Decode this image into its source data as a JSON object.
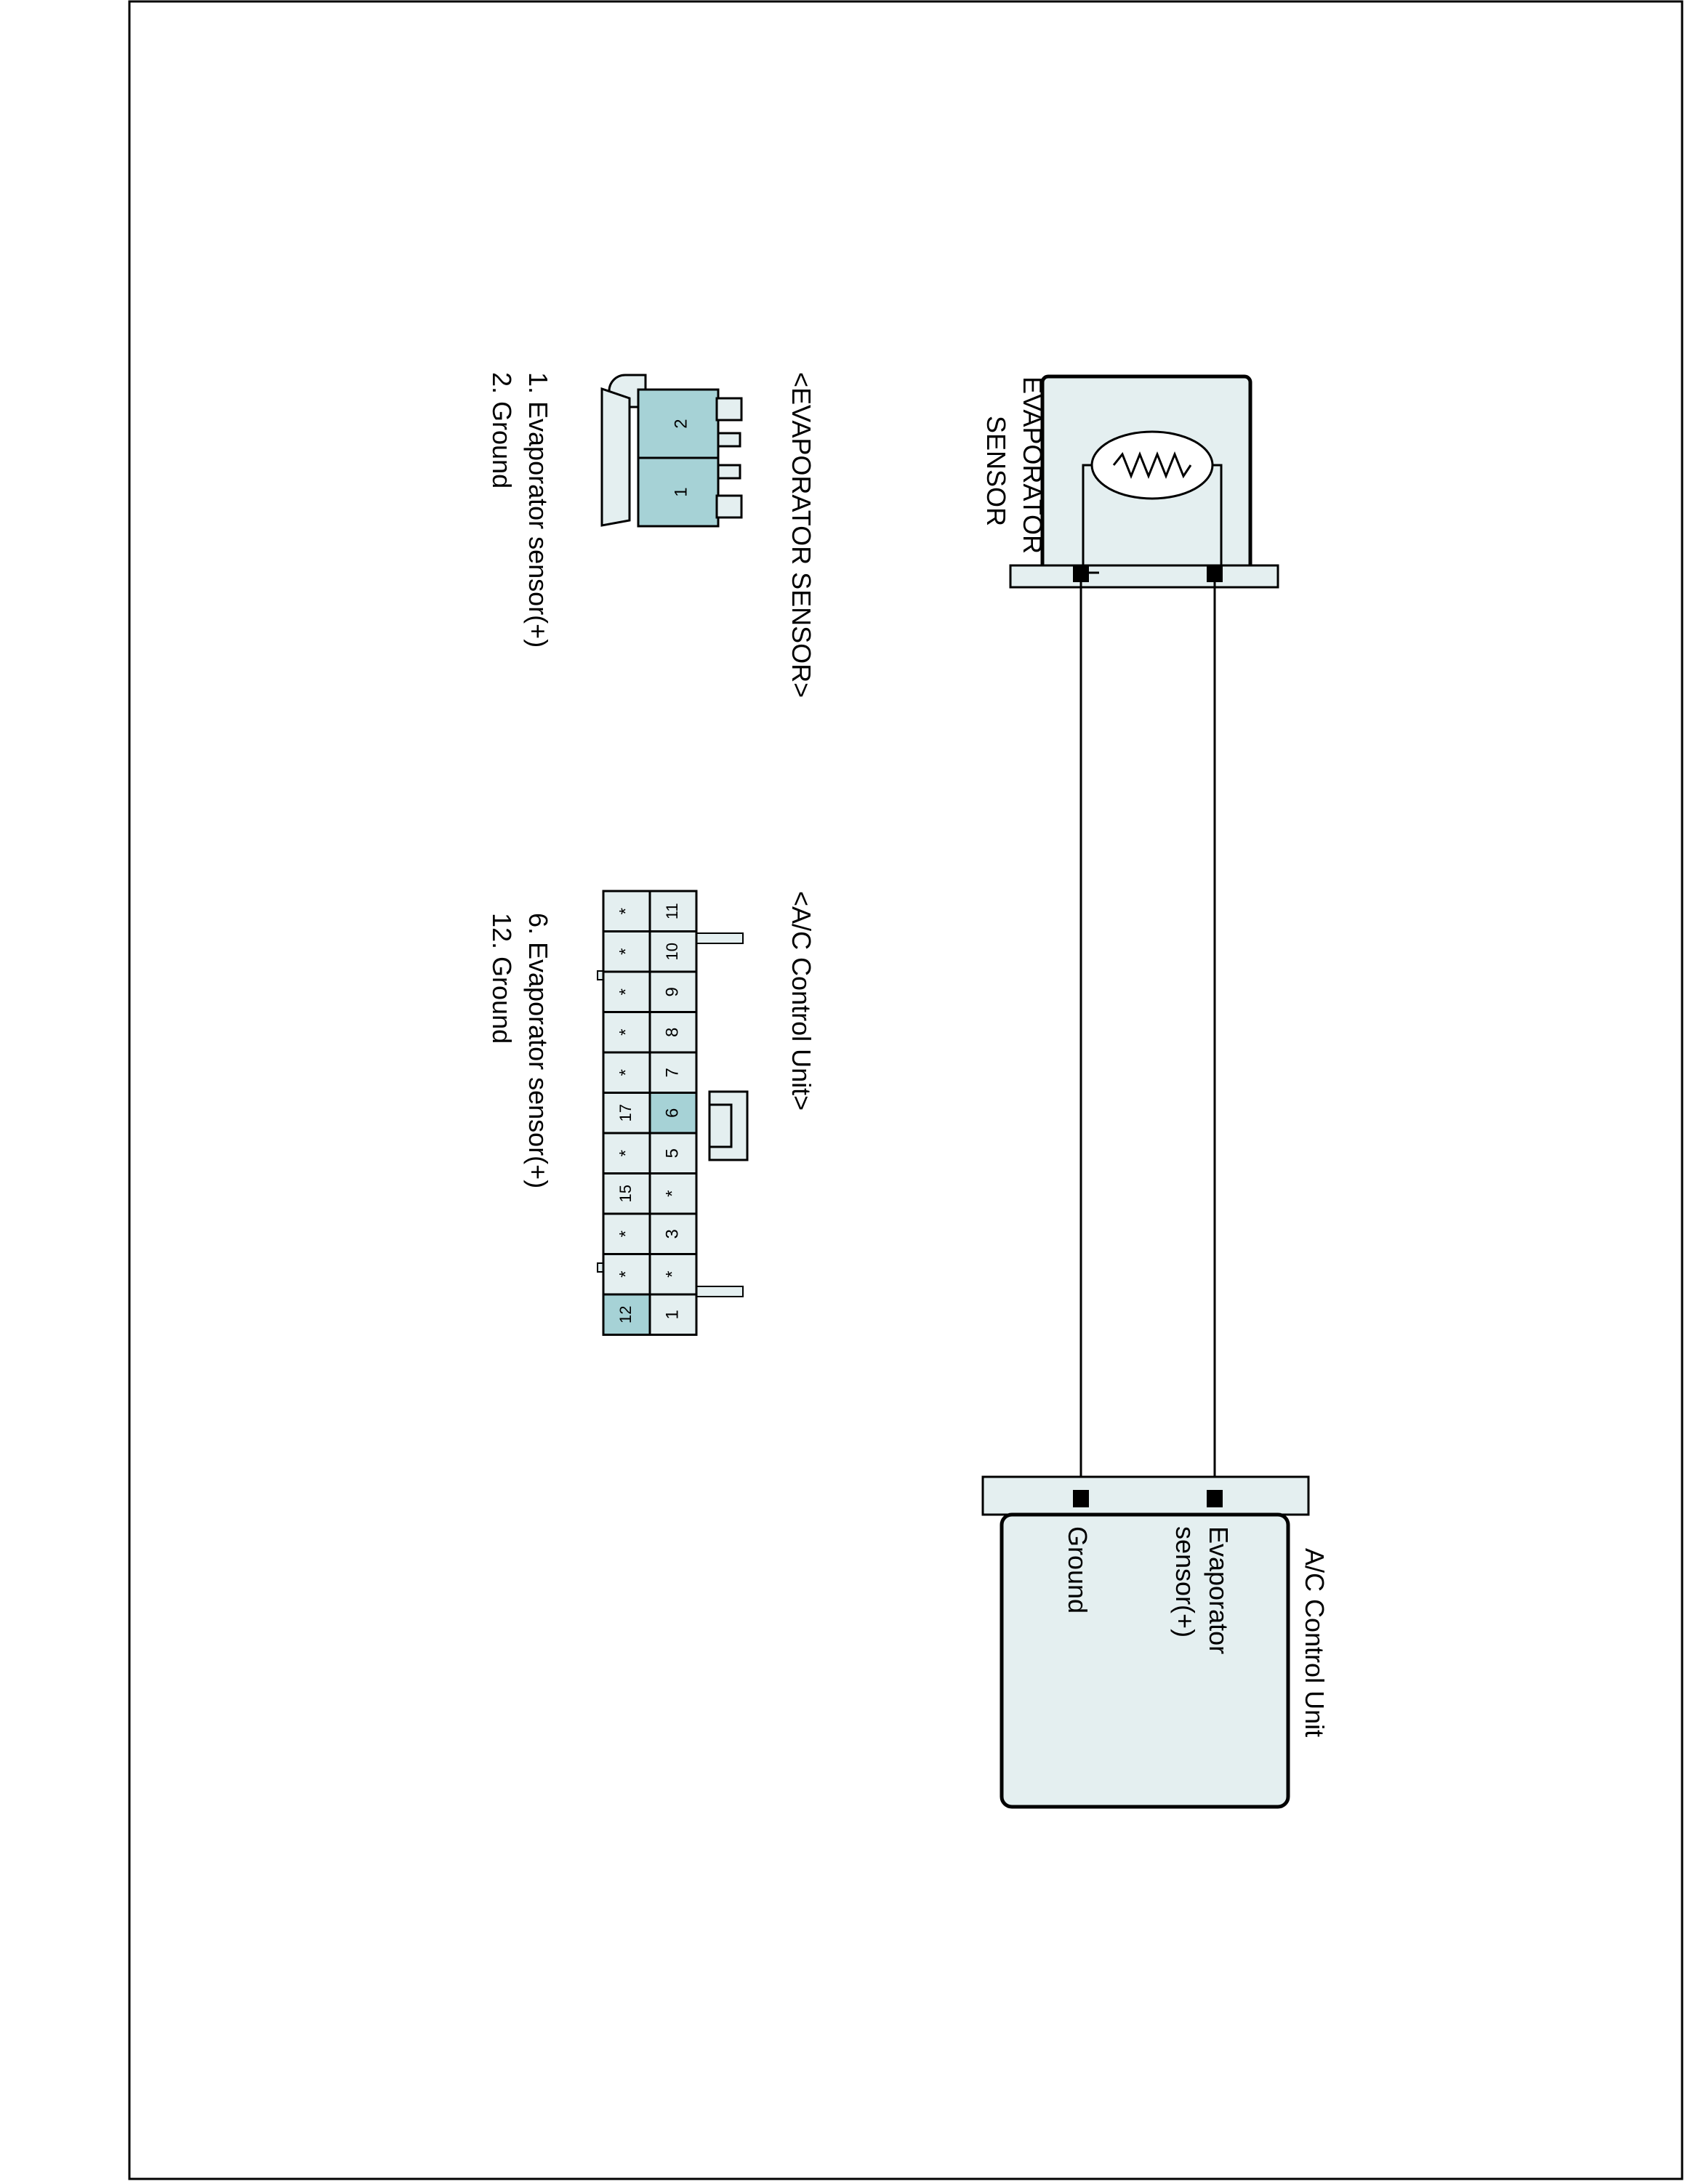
{
  "colors": {
    "component_fill": "#e4eff0",
    "highlight_fill": "#a6d2d6",
    "line": "#000000"
  },
  "evaporator_sensor": {
    "title_line1": "EVAPORATOR",
    "title_line2": "SENSOR",
    "symbol": "thermistor"
  },
  "ac_control_unit": {
    "title": "A/C Control Unit",
    "pin_labels": [
      "Evaporator",
      "sensor(+)",
      "Ground"
    ]
  },
  "sensor_connector": {
    "heading": "<EVAPORATOR SENSOR>",
    "pins": [
      "2",
      "1"
    ],
    "highlighted": [
      "2",
      "1"
    ],
    "legend": [
      "1. Evaporator sensor(+)",
      "2. Ground"
    ]
  },
  "ac_connector": {
    "heading": "<A/C Control Unit>",
    "top_row": [
      "11",
      "10",
      "9",
      "8",
      "7",
      "6",
      "5",
      "*",
      "3",
      "*",
      "1"
    ],
    "bottom_row": [
      "*",
      "*",
      "*",
      "*",
      "*",
      "17",
      "*",
      "15",
      "*",
      "*",
      "12"
    ],
    "highlighted_top": [
      "6"
    ],
    "highlighted_bottom": [
      "12"
    ],
    "legend": [
      "6. Evaporator sensor(+)",
      "12. Ground"
    ]
  }
}
